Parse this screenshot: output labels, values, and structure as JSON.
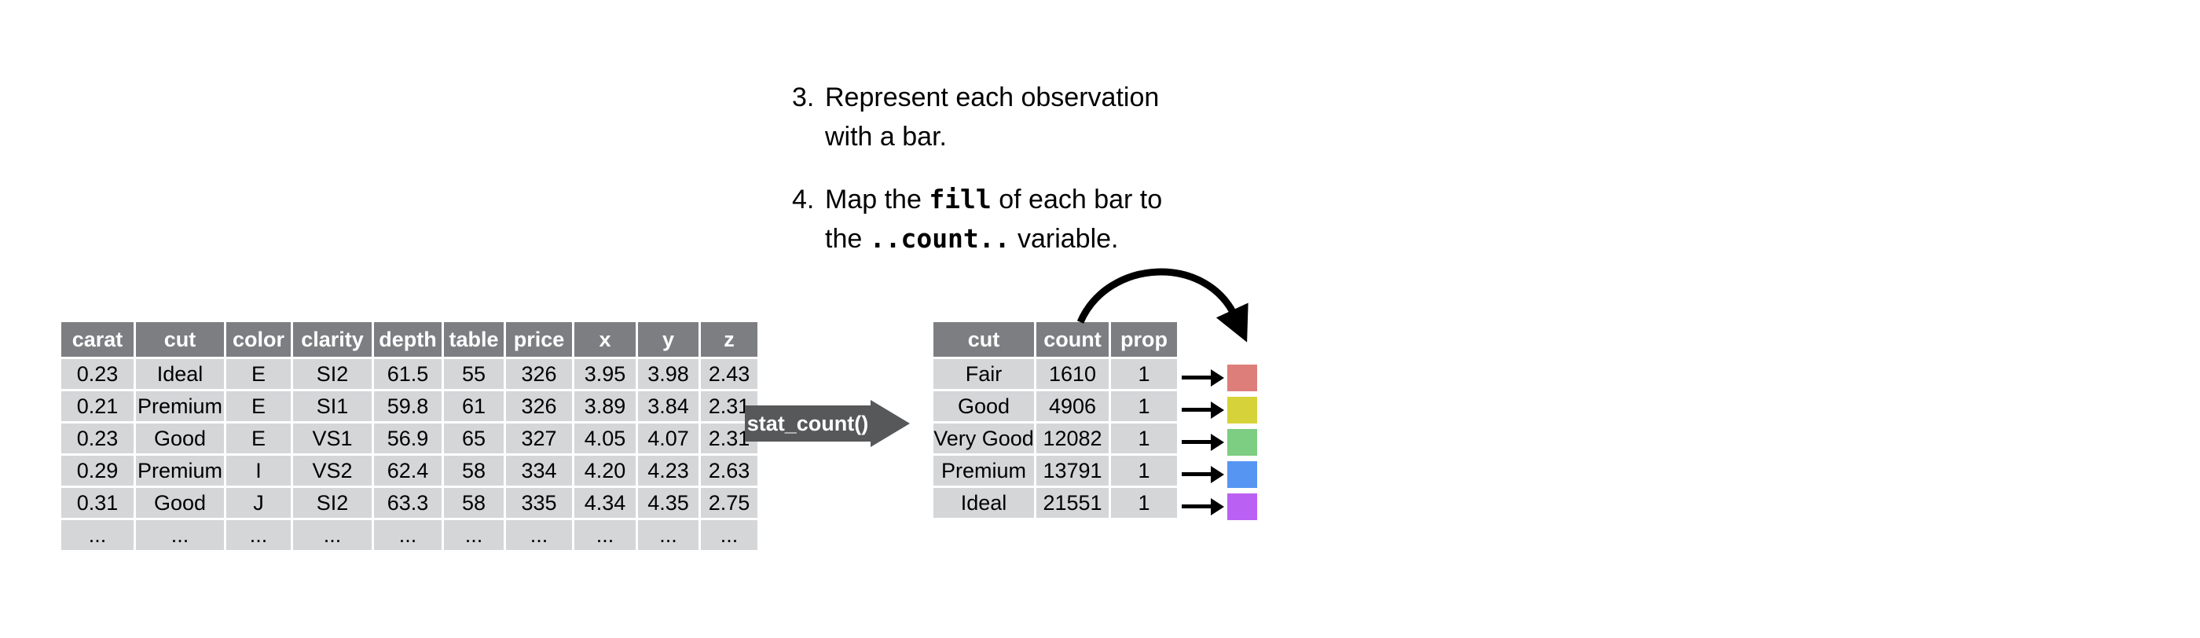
{
  "steps": [
    {
      "num": "3.",
      "lines": [
        [
          {
            "t": "Represent each observation"
          }
        ],
        [
          {
            "t": "with a bar."
          }
        ]
      ]
    },
    {
      "num": "4.",
      "lines": [
        [
          {
            "t": "Map the "
          },
          {
            "t": "fill",
            "code": true
          },
          {
            "t": " of each bar to"
          }
        ],
        [
          {
            "t": "the "
          },
          {
            "t": "..count..",
            "code": true
          },
          {
            "t": " variable."
          }
        ]
      ]
    }
  ],
  "left_table": {
    "headers": [
      "carat",
      "cut",
      "color",
      "clarity",
      "depth",
      "table",
      "price",
      "x",
      "y",
      "z"
    ],
    "rows": [
      [
        "0.23",
        "Ideal",
        "E",
        "SI2",
        "61.5",
        "55",
        "326",
        "3.95",
        "3.98",
        "2.43"
      ],
      [
        "0.21",
        "Premium",
        "E",
        "SI1",
        "59.8",
        "61",
        "326",
        "3.89",
        "3.84",
        "2.31"
      ],
      [
        "0.23",
        "Good",
        "E",
        "VS1",
        "56.9",
        "65",
        "327",
        "4.05",
        "4.07",
        "2.31"
      ],
      [
        "0.29",
        "Premium",
        "I",
        "VS2",
        "62.4",
        "58",
        "334",
        "4.20",
        "4.23",
        "2.63"
      ],
      [
        "0.31",
        "Good",
        "J",
        "SI2",
        "63.3",
        "58",
        "335",
        "4.34",
        "4.35",
        "2.75"
      ],
      [
        "...",
        "...",
        "...",
        "...",
        "...",
        "...",
        "...",
        "...",
        "...",
        "..."
      ]
    ]
  },
  "transform": {
    "label": "stat_count()"
  },
  "right_table": {
    "headers": [
      "cut",
      "count",
      "prop"
    ],
    "rows": [
      [
        "Fair",
        "1610",
        "1"
      ],
      [
        "Good",
        "4906",
        "1"
      ],
      [
        "Very Good",
        "12082",
        "1"
      ],
      [
        "Premium",
        "13791",
        "1"
      ],
      [
        "Ideal",
        "21551",
        "1"
      ]
    ]
  },
  "swatches": [
    {
      "cut": "Fair",
      "color": "#DD7E7B"
    },
    {
      "cut": "Good",
      "color": "#D6D239"
    },
    {
      "cut": "Very Good",
      "color": "#7DCD82"
    },
    {
      "cut": "Premium",
      "color": "#5695F2"
    },
    {
      "cut": "Ideal",
      "color": "#BA60F2"
    }
  ],
  "colors": {
    "table_header_bg": "#7C7E82",
    "table_row_bg": "#D5D6D8",
    "transform_arrow_bg": "#57585A",
    "ink": "#000000"
  }
}
